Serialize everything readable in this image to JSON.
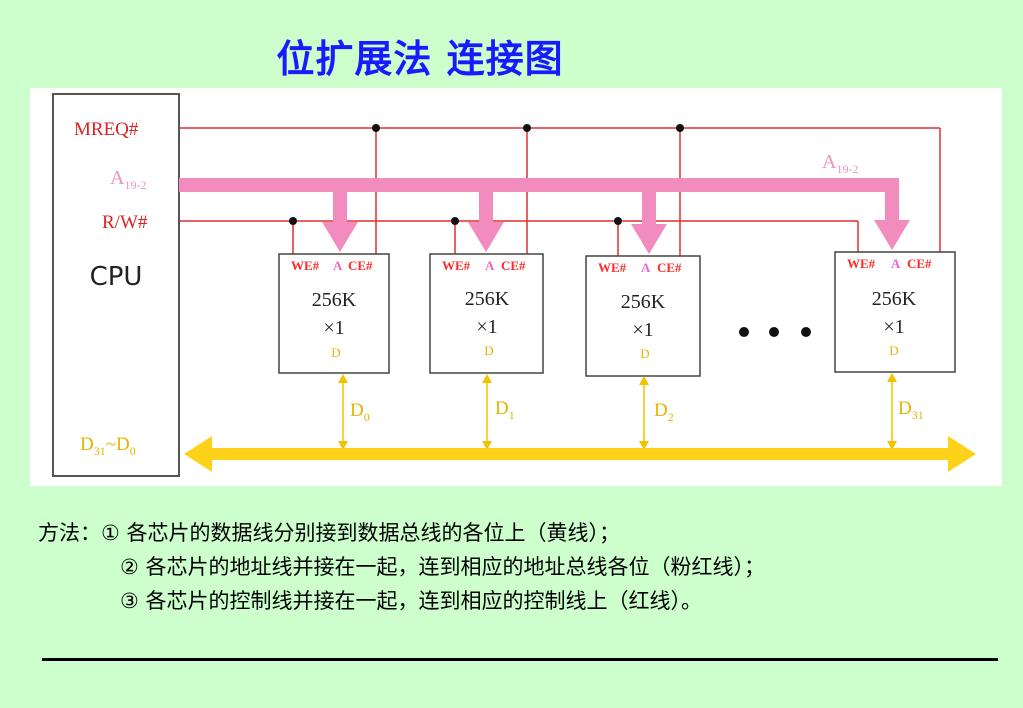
{
  "title": "位扩展法  连接图",
  "diagram": {
    "cpu_label": "CPU",
    "signals": {
      "mreq": "MREQ#",
      "address": "A",
      "address_sub": "19-2",
      "rw": "R/W#",
      "data_bus": "D",
      "data_bus_sub_hi": "31",
      "data_bus_sep": "~D",
      "data_bus_sub_lo": "0"
    },
    "address_right": {
      "main": "A",
      "sub": "19-2"
    },
    "chips": [
      {
        "we": "WE#",
        "a": "A",
        "ce": "CE#",
        "size": "256K",
        "width": "×1",
        "pin": "D",
        "data_main": "D",
        "data_sub": "0"
      },
      {
        "we": "WE#",
        "a": "A",
        "ce": "CE#",
        "size": "256K",
        "width": "×1",
        "pin": "D",
        "data_main": "D",
        "data_sub": "1"
      },
      {
        "we": "WE#",
        "a": "A",
        "ce": "CE#",
        "size": "256K",
        "width": "×1",
        "pin": "D",
        "data_main": "D",
        "data_sub": "2"
      },
      {
        "we": "WE#",
        "a": "A",
        "ce": "CE#",
        "size": "256K",
        "width": "×1",
        "pin": "D",
        "data_main": "D",
        "data_sub": "31"
      }
    ],
    "colors": {
      "control": "#e03030",
      "address": "#f28cbf",
      "data": "#ffd21a",
      "pin_label": "#ff2a2a",
      "pin_a": "#ee66cc"
    }
  },
  "method": {
    "prefix": "方法：",
    "items": [
      "① 各芯片的数据线分别接到数据总线的各位上（黄线）；",
      "② 各芯片的地址线并接在一起，连到相应的地址总线各位（粉红线）；",
      "③ 各芯片的控制线并接在一起，连到相应的控制线上（红线）。"
    ]
  }
}
